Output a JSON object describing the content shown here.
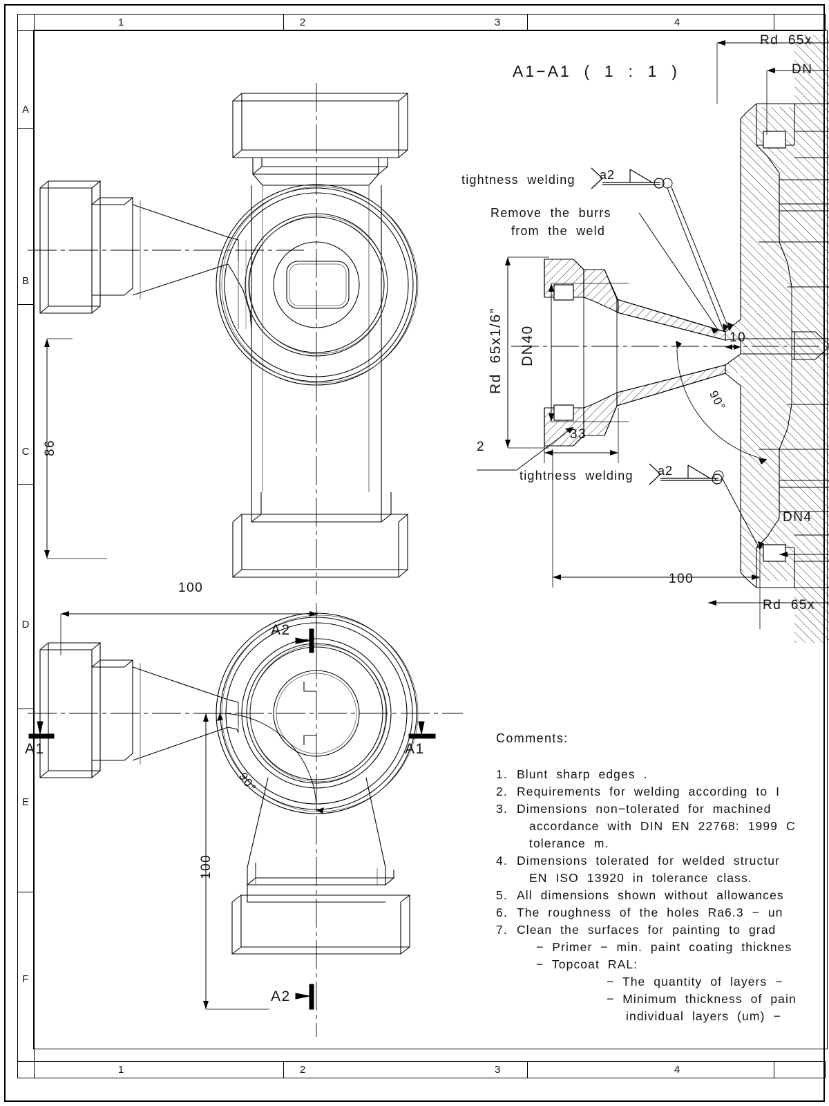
{
  "sheet": {
    "zone_columns": [
      "1",
      "2",
      "3",
      "4"
    ],
    "zone_rows": [
      "A",
      "B",
      "C",
      "D",
      "E",
      "F"
    ]
  },
  "section_view": {
    "title": "A1−A1  (  1  :  1  )",
    "labels": {
      "welding_top": "tightness  welding",
      "welding_top_symbol": "a2",
      "burrs_line1": "Remove  the  burrs",
      "burrs_line2": "from  the  weld",
      "welding_bottom": "tightness  welding",
      "welding_bottom_symbol": "a2",
      "thread_left": "Rd  65x1/6”",
      "bore_left": "DN40",
      "length_33": "33",
      "chamfer_2": "2",
      "gap_10": "10",
      "angle_90": "90°",
      "length_100": "100",
      "thread_top": "Rd  65x",
      "bore_top": "DN",
      "bore_bottom": "DN4",
      "thread_bottom": "Rd  65x"
    }
  },
  "front_view": {
    "dim_86": "86"
  },
  "top_view": {
    "dim_100_horizontal": "100",
    "dim_100_vertical": "100",
    "angle_90": "90°",
    "section_a1_left": "A1",
    "section_a1_right": "A1",
    "section_a2_top": "A2",
    "section_a2_bottom": "A2"
  },
  "comments": {
    "heading": "Comments:",
    "items": [
      {
        "num": "1.",
        "lines": [
          "Blunt  sharp  edges  ."
        ]
      },
      {
        "num": "2.",
        "lines": [
          "Requirements  for  welding  according  to  I"
        ]
      },
      {
        "num": "3.",
        "lines": [
          "Dimensions  non−tolerated  for  machined",
          "accordance  with  DIN  EN  22768:  1999  C",
          "tolerance  m."
        ]
      },
      {
        "num": "4.",
        "lines": [
          "Dimensions  tolerated  for  welded  structur",
          "EN  ISO  13920  in  tolerance  class."
        ]
      },
      {
        "num": "5.",
        "lines": [
          "All  dimensions  shown  without  allowances"
        ]
      },
      {
        "num": "6.",
        "lines": [
          "The  roughness  of  the  holes  Ra6.3  −  un"
        ]
      },
      {
        "num": "7.",
        "lines": [
          "Clean  the  surfaces  for  painting  to  grad"
        ]
      }
    ],
    "sub_items": [
      {
        "indent": 1,
        "text": "−  Primer  −  min.  paint  coating  thicknes"
      },
      {
        "indent": 1,
        "text": "−  Topcoat  RAL:"
      },
      {
        "indent": 2,
        "text": "−  The  quantity  of  layers  −"
      },
      {
        "indent": 2,
        "text": "−  Minimum  thickness  of  pain"
      },
      {
        "indent": 3,
        "text": "individual  layers  (um)  −"
      }
    ]
  },
  "style": {
    "line_color": "#000000",
    "text_color": "#111111",
    "background": "#ffffff"
  }
}
